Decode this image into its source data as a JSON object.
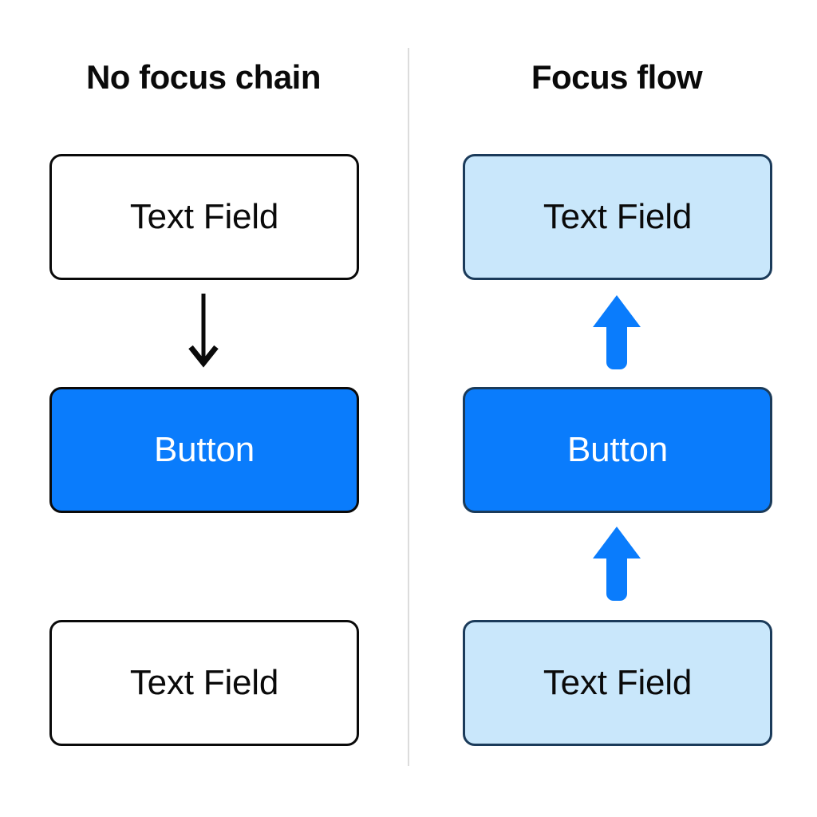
{
  "diagram": {
    "title_left": "No focus chain",
    "title_right": "Focus flow",
    "colors": {
      "button_blue": "#0a7cfc",
      "focus_fill": "#c9e7fb",
      "focus_border": "#1b3b5a",
      "plain_border": "#0a0a0a",
      "divider": "#dcdcdc",
      "arrow_blue": "#0a7cfc",
      "arrow_black": "#0a0a0a",
      "background": "#ffffff"
    }
  },
  "left_column": {
    "title": "No focus chain",
    "nodes": [
      {
        "label": "Text Field",
        "type": "text-field",
        "state": "unfocused"
      },
      {
        "label": "Button",
        "type": "button",
        "state": "default"
      },
      {
        "label": "Text Field",
        "type": "text-field",
        "state": "unfocused"
      }
    ],
    "arrows": [
      {
        "icon": "arrow-down-icon",
        "direction": "down",
        "color": "#0a0a0a",
        "from": "Text Field",
        "to": "Button"
      }
    ]
  },
  "right_column": {
    "title": "Focus flow",
    "nodes": [
      {
        "label": "Text Field",
        "type": "text-field",
        "state": "focusable"
      },
      {
        "label": "Button",
        "type": "button",
        "state": "focusable"
      },
      {
        "label": "Text Field",
        "type": "text-field",
        "state": "focusable"
      }
    ],
    "arrows": [
      {
        "icon": "arrow-up-icon",
        "direction": "up",
        "color": "#0a7cfc",
        "from": "Button",
        "to": "Text Field"
      },
      {
        "icon": "arrow-up-icon",
        "direction": "up",
        "color": "#0a7cfc",
        "from": "Text Field",
        "to": "Button"
      }
    ]
  }
}
